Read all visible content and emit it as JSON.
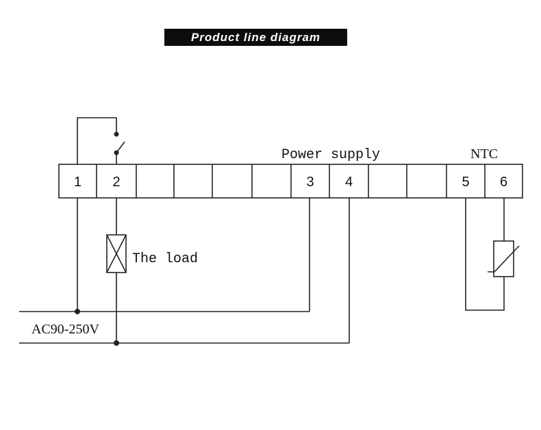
{
  "title": "Product line diagram",
  "labels": {
    "power_supply": "Power supply",
    "ntc": "NTC",
    "load": "The load",
    "ac": "AC90-250V"
  },
  "terminals": [
    "1",
    "2",
    "",
    "",
    "",
    "",
    "3",
    "4",
    "",
    "",
    "5",
    "6"
  ]
}
